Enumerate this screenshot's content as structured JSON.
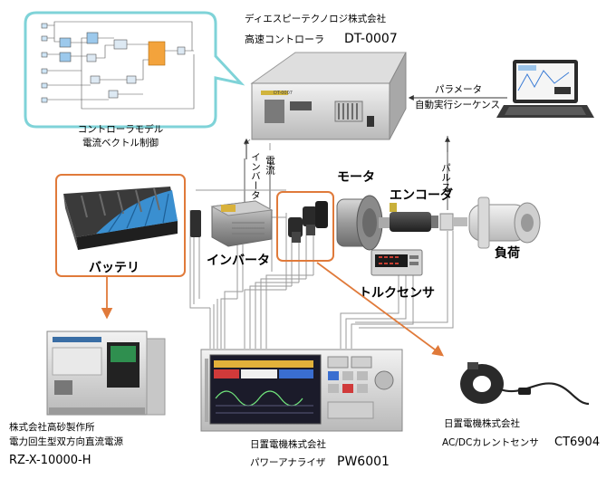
{
  "top": {
    "controller_company": "ディエスピーテクノロジ株式会社",
    "controller_name": "高速コントローラ",
    "controller_model": "DT-0007",
    "device_panel_label": "DT-0007",
    "model_caption_1": "コントローラモデル",
    "model_caption_2": "電流ベクトル制御"
  },
  "right_top": {
    "param_line_1": "パラメータ",
    "param_line_2": "自動実行シーケンス",
    "pulse_label": "パルス"
  },
  "middle": {
    "inverter_current_1": "インバータ",
    "inverter_current_2": "電流",
    "motor_label": "モータ",
    "encoder_label": "エンコーダ",
    "load_label": "負荷",
    "battery_label": "バッテリ",
    "inverter_label": "インバータ",
    "torque_sensor_label": "トルクセンサ"
  },
  "bottom_left": {
    "company": "株式会社高砂製作所",
    "product": "電力回生型双方向直流電源",
    "model": "RZ-X-10000-H"
  },
  "bottom_center": {
    "company": "日置電機株式会社",
    "product": "パワーアナライザ",
    "model": "PW6001"
  },
  "bottom_right": {
    "company": "日置電機株式会社",
    "product": "AC/DCカレントセンサ",
    "model": "CT6904"
  },
  "colors": {
    "callout_border": "#7fd3d8",
    "highlight_orange": "#e07a3a",
    "battery_blue": "#3a8fd0",
    "wire_gray": "#9a9a9a"
  }
}
